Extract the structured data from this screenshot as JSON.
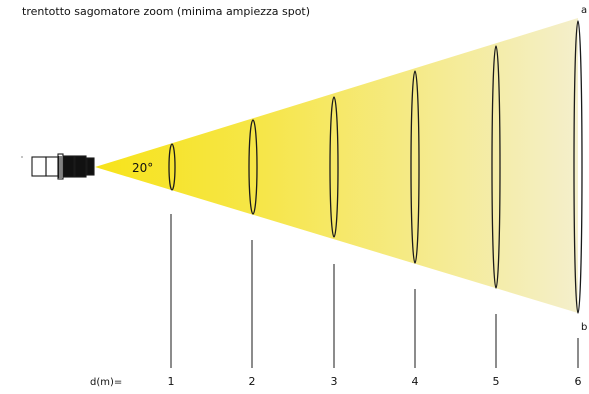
{
  "title": "trentotto sagomatore zoom (minima ampiezza spot)",
  "beam_angle_label": "20°",
  "distance_label": "d(m)=",
  "distances": [
    "1",
    "2",
    "3",
    "4",
    "5",
    "6"
  ],
  "edge_label_top": "a",
  "edge_label_bottom": "b",
  "colors": {
    "beam_near": "#f7e31a",
    "beam_far": "#f4efcc",
    "stroke": "#1a1a1a",
    "text": "#111111"
  }
}
